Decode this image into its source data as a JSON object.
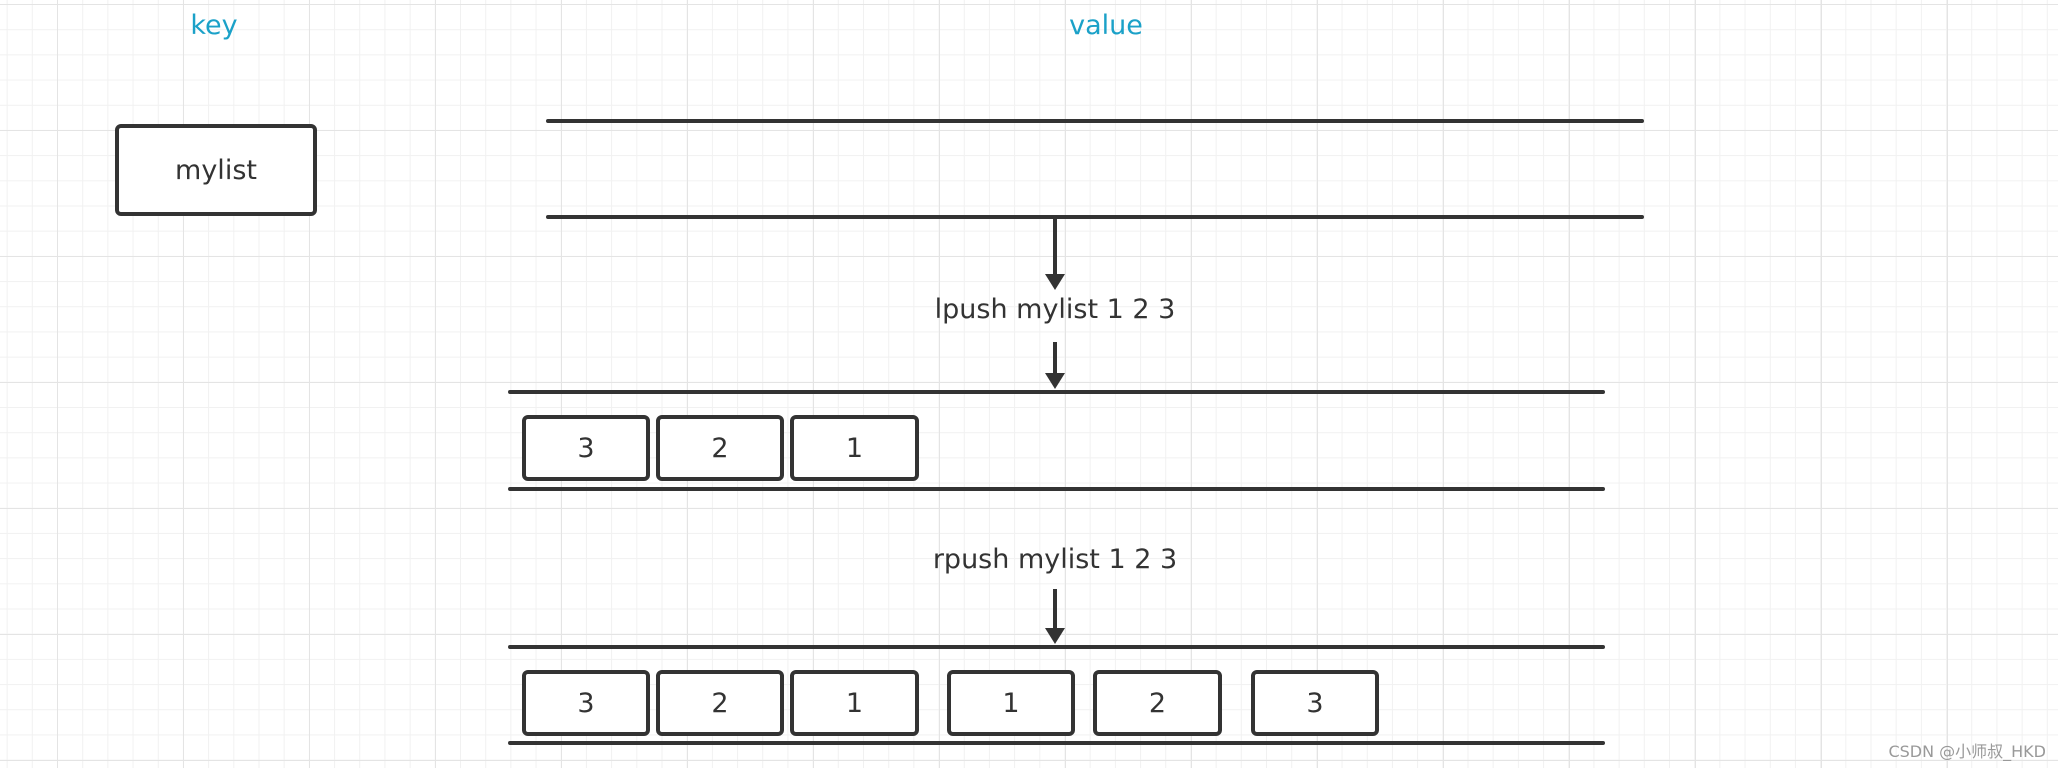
{
  "headers": {
    "key": "key",
    "value": "value"
  },
  "key_box": {
    "label": "mylist"
  },
  "commands": {
    "lpush": "lpush mylist 1 2 3",
    "rpush": "rpush mylist 1 2 3"
  },
  "lpush_list": {
    "items": [
      "3",
      "2",
      "1"
    ]
  },
  "rpush_list": {
    "items": [
      "3",
      "2",
      "1",
      "1",
      "2",
      "3"
    ]
  },
  "watermark": "CSDN @小师叔_HKD",
  "colors": {
    "header": "#1ba1c8",
    "stroke": "#333333",
    "text": "#333333"
  }
}
